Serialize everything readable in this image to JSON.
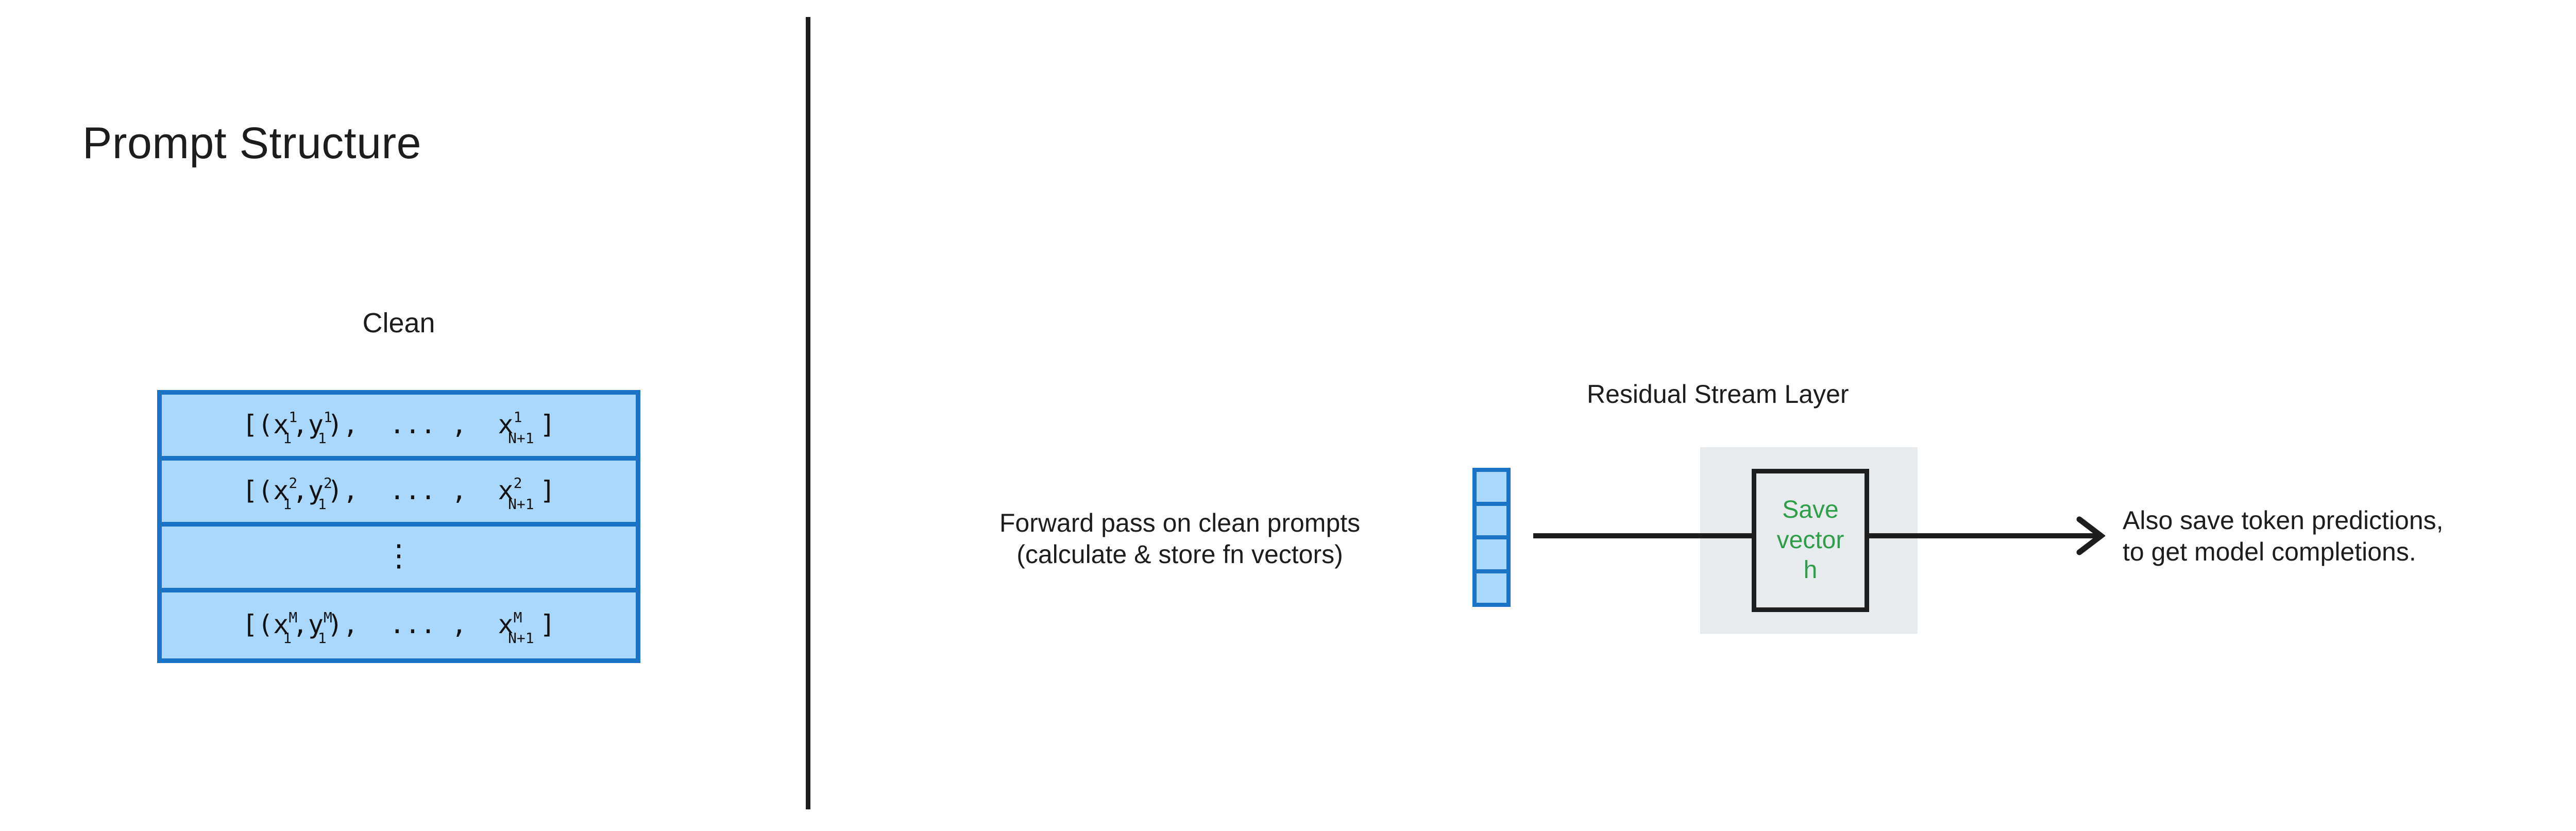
{
  "panel": {
    "title": "Prompt Structure"
  },
  "left": {
    "column_label": "Clean",
    "table": {
      "rows": [
        {
          "kind": "expression",
          "text": "[(x₁¹, y₁¹),  ... ,  x¹ₙ₊₁]",
          "parts": {
            "open": "[(x",
            "sup1": "1",
            "sub1": "1",
            "comma1": ",y",
            "sup2": "1",
            "sub2": "1",
            "close1": "),",
            "dots": "...",
            "comma2": ",",
            "last_var": "x",
            "sup3": "1",
            "sub3": "N+1",
            "close2": "]"
          }
        },
        {
          "kind": "expression",
          "text": "[(x₁², y₁²),  ... ,  x²ₙ₊₁]",
          "parts": {
            "open": "[(x",
            "sup1": "2",
            "sub1": "1",
            "comma1": ",y",
            "sup2": "2",
            "sub2": "1",
            "close1": "),",
            "dots": "...",
            "comma2": ",",
            "last_var": "x",
            "sup3": "2",
            "sub3": "N+1",
            "close2": "]"
          }
        },
        {
          "kind": "ellipsis",
          "text": "⋮"
        },
        {
          "kind": "expression",
          "text": "[(x₁ᴹ, y₁ᴹ),  ... ,  xᴹₙ₊₁]",
          "parts": {
            "open": "[(x",
            "sup1": "M",
            "sub1": "1",
            "comma1": ",y",
            "sup2": "M",
            "sub2": "1",
            "close1": "),",
            "dots": "...",
            "comma2": ",",
            "last_var": "x",
            "sup3": "M",
            "sub3": "N+1",
            "close2": "]"
          }
        }
      ]
    }
  },
  "right": {
    "residual_layer_label": "Residual Stream Layer",
    "forward_pass_caption_line1": "Forward pass on clean prompts",
    "forward_pass_caption_line2": "(calculate & store fn vectors)",
    "save_box": {
      "line1": "Save",
      "line2": "vector",
      "line3": "h"
    },
    "also_save_caption_line1": "Also save token predictions,",
    "also_save_caption_line2": "to get model completions."
  },
  "colors": {
    "table_fill": "#a9d8fc",
    "table_border": "#1a73c4",
    "band_gray": "#e8ebed",
    "save_text_green": "#2e9e4a",
    "ink": "#1d1d1d"
  }
}
